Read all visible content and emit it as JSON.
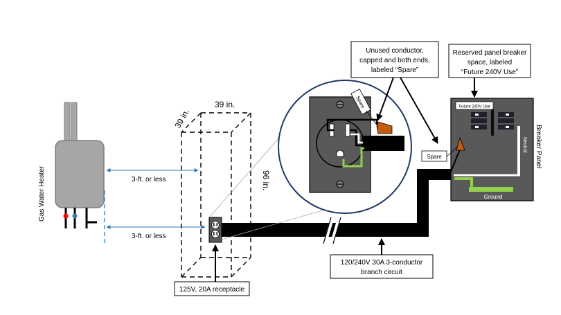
{
  "water_heater": {
    "label": "Gas Water Heater"
  },
  "clearance": {
    "top_label": "3-ft. or less",
    "bottom_label": "3-ft. or less",
    "depth_label": "39 in.",
    "width_label": "39 in.",
    "height_label": "96 in."
  },
  "receptacle": {
    "label": "125V, 20A receptacle"
  },
  "inset": {
    "spare_tag": "Spare"
  },
  "callouts": {
    "unused_conductor": [
      "Unused conductor,",
      "capped and both ends,",
      "labeled “Spare”"
    ],
    "reserved_space": [
      "Reserved panel breaker",
      "space, labeled",
      "“Future 240V Use”"
    ],
    "branch_circuit": [
      "120/240V 30A 3-conductor",
      "branch circuit"
    ]
  },
  "panel": {
    "title": "Breaker Panel",
    "future_label": "Future 240V Use",
    "spare_tag": "Spare",
    "neutral_label": "Neutral",
    "ground_label": "Ground"
  },
  "colors": {
    "panel_gray": "#595959",
    "heater_gray": "#a6a6a6",
    "ground_green": "#92d050",
    "wire_nut": "#c55a11",
    "hot_red": "#ff0000",
    "cold_blue": "#4472c4",
    "inset_border": "#1f3864",
    "arrow_blue": "#2e75b6"
  }
}
